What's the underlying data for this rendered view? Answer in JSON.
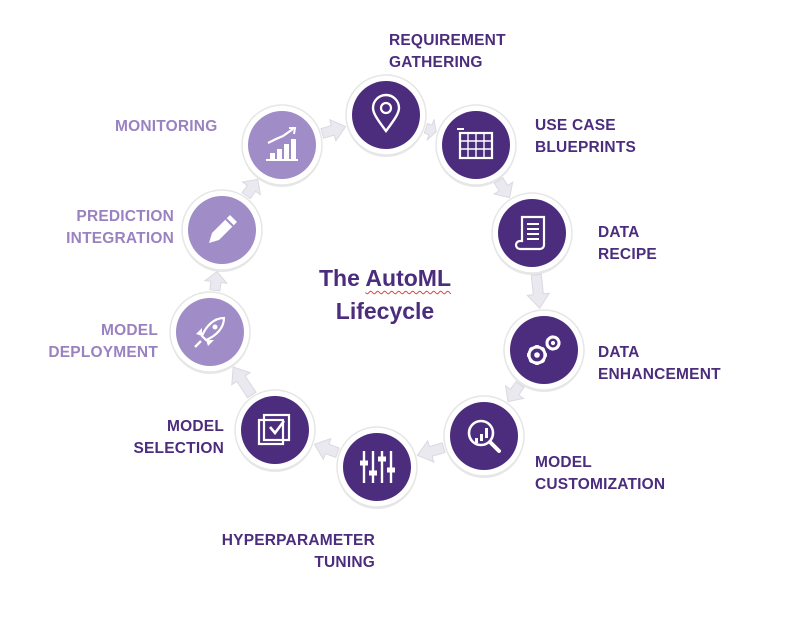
{
  "center": {
    "line1_prefix": "The ",
    "line1_word": "AutoML",
    "line2": "Lifecycle"
  },
  "stages": [
    {
      "id": "requirement-gathering",
      "lines": [
        "REQUIREMENT",
        "GATHERING"
      ],
      "icon": "location-pin-icon",
      "tone": "dark"
    },
    {
      "id": "use-case-blueprints",
      "lines": [
        "USE CASE",
        "BLUEPRINTS"
      ],
      "icon": "blueprint-grid-icon",
      "tone": "dark"
    },
    {
      "id": "data-recipe",
      "lines": [
        "DATA",
        "RECIPE"
      ],
      "icon": "document-scroll-icon",
      "tone": "dark"
    },
    {
      "id": "data-enhancement",
      "lines": [
        "DATA",
        "ENHANCEMENT"
      ],
      "icon": "gears-icon",
      "tone": "dark"
    },
    {
      "id": "model-customization",
      "lines": [
        "MODEL",
        "CUSTOMIZATION"
      ],
      "icon": "magnifier-chart-icon",
      "tone": "dark"
    },
    {
      "id": "hyperparameter-tuning",
      "lines": [
        "HYPERPARAMETER",
        "TUNING"
      ],
      "icon": "sliders-icon",
      "tone": "dark"
    },
    {
      "id": "model-selection",
      "lines": [
        "MODEL",
        "SELECTION"
      ],
      "icon": "checkbox-stack-icon",
      "tone": "dark"
    },
    {
      "id": "model-deployment",
      "lines": [
        "MODEL",
        "DEPLOYMENT"
      ],
      "icon": "rocket-icon",
      "tone": "light"
    },
    {
      "id": "prediction-integration",
      "lines": [
        "PREDICTION",
        "INTEGRATION"
      ],
      "icon": "pencil-icon",
      "tone": "light"
    },
    {
      "id": "monitoring",
      "lines": [
        "MONITORING"
      ],
      "icon": "bar-chart-trend-icon",
      "tone": "light"
    }
  ],
  "colors": {
    "dark": "#4b2c7d",
    "light": "#a08cc6",
    "ring": "#e6e6e6",
    "arrow": "#e9e9ef",
    "text_dark": "#4b2c7d",
    "text_light": "#9a82c0"
  }
}
